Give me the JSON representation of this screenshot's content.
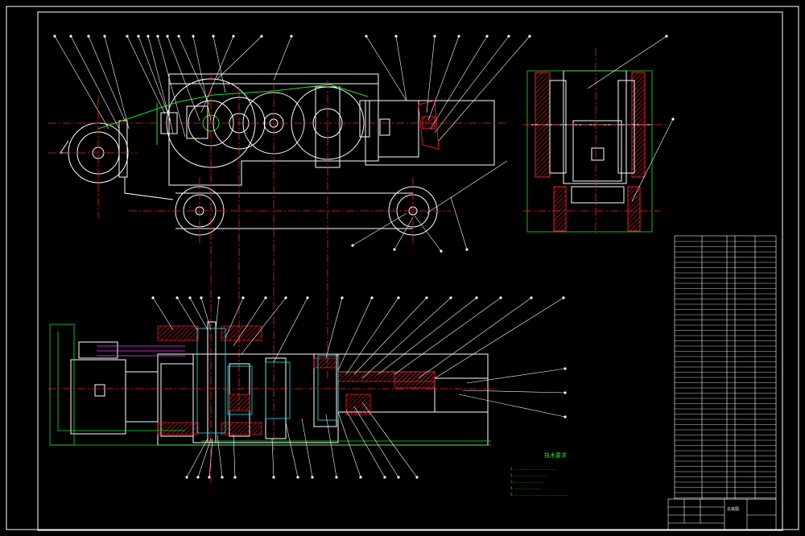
{
  "technical_requirements": {
    "title": "技术要求",
    "lines": [
      "1. ........................................",
      "2. ..............................",
      "3. ..........................",
      "4. ........................",
      "5. .................................................."
    ]
  },
  "title_block": {
    "drawing_name": "总装图",
    "cells": [
      "",
      "",
      "",
      "",
      ""
    ]
  },
  "colors": {
    "background": "#000000",
    "outline": "#ffffff",
    "centerline": "#ff2020",
    "dimension": "#20e020",
    "cyan": "#20e0e0",
    "magenta": "#ff40ff",
    "hatch": "#e0202a",
    "leader": "#ffffff"
  }
}
